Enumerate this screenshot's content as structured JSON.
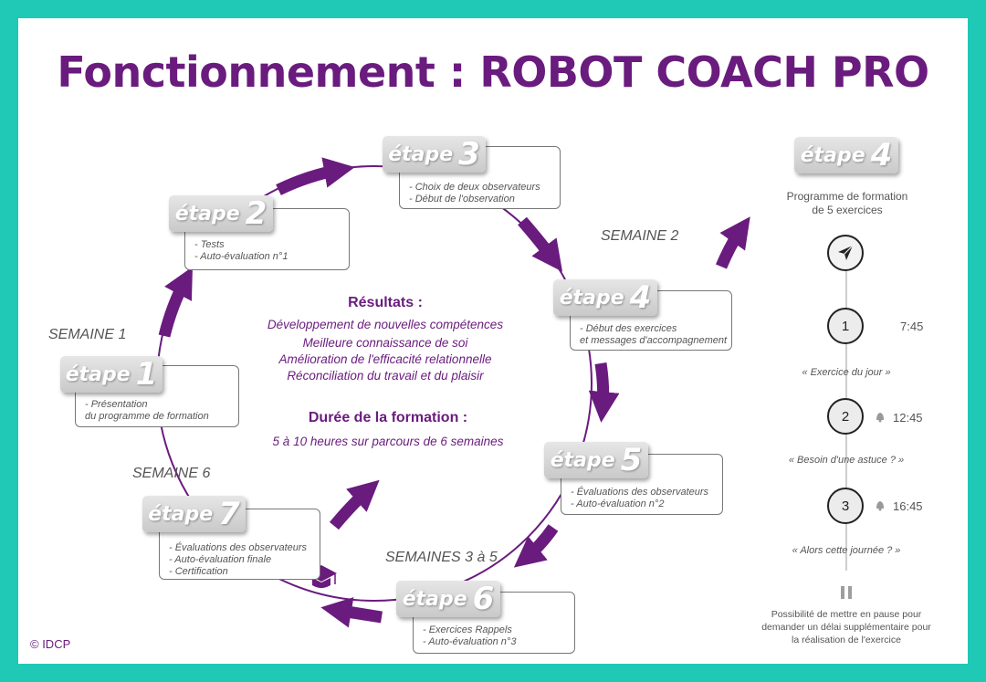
{
  "title": "Fonctionnement : ROBOT COACH PRO",
  "copyright": "© IDCP",
  "step_word": "étape",
  "steps": [
    {
      "number": "1",
      "lines": [
        "- Présentation",
        "du programme de formation"
      ]
    },
    {
      "number": "2",
      "lines": [
        "- Tests",
        "- Auto-évaluation n°1"
      ]
    },
    {
      "number": "3",
      "lines": [
        "- Choix de deux observateurs",
        "- Début de l'observation"
      ]
    },
    {
      "number": "4",
      "lines": [
        "- Début des exercices",
        "et messages d'accompagnement"
      ]
    },
    {
      "number": "5",
      "lines": [
        "- Évaluations des observateurs",
        "- Auto-évaluation n°2"
      ]
    },
    {
      "number": "6",
      "lines": [
        "- Exercices Rappels",
        "- Auto-évaluation n°3"
      ]
    },
    {
      "number": "7",
      "lines": [
        "- Évaluations des observateurs",
        "- Auto-évaluation finale",
        "- Certification"
      ]
    }
  ],
  "weeks": {
    "w1": "SEMAINE 1",
    "w2": "SEMAINE 2",
    "w35": "SEMAINES  3 à 5",
    "w6": "SEMAINE 6"
  },
  "results": {
    "heading": "Résultats :",
    "lines": [
      "Développement de nouvelles compétences",
      "Meilleure connaissance de soi",
      "Amélioration de l'efficacité relationnelle",
      "Réconciliation du travail et du plaisir"
    ],
    "duration_heading": "Durée de la formation :",
    "duration_text": "5 à 10 heures sur parcours de 6 semaines"
  },
  "side": {
    "badge_number": "4",
    "program_lines": [
      "Programme de formation",
      "de 5 exercices"
    ],
    "timeline": [
      {
        "number": "1",
        "time": "7:45",
        "quote": "« Exercice du jour »"
      },
      {
        "number": "2",
        "time": "12:45",
        "quote": "« Besoin d'une astuce ? »"
      },
      {
        "number": "3",
        "time": "16:45",
        "quote": "« Alors cette journée ? »"
      }
    ],
    "pause_lines": [
      "Possibilité de mettre en pause pour",
      "demander un délai supplémentaire pour",
      "la réalisation de l'exercice"
    ]
  },
  "colors": {
    "accent": "#6a1b7e",
    "frame": "#1fc9b6"
  }
}
